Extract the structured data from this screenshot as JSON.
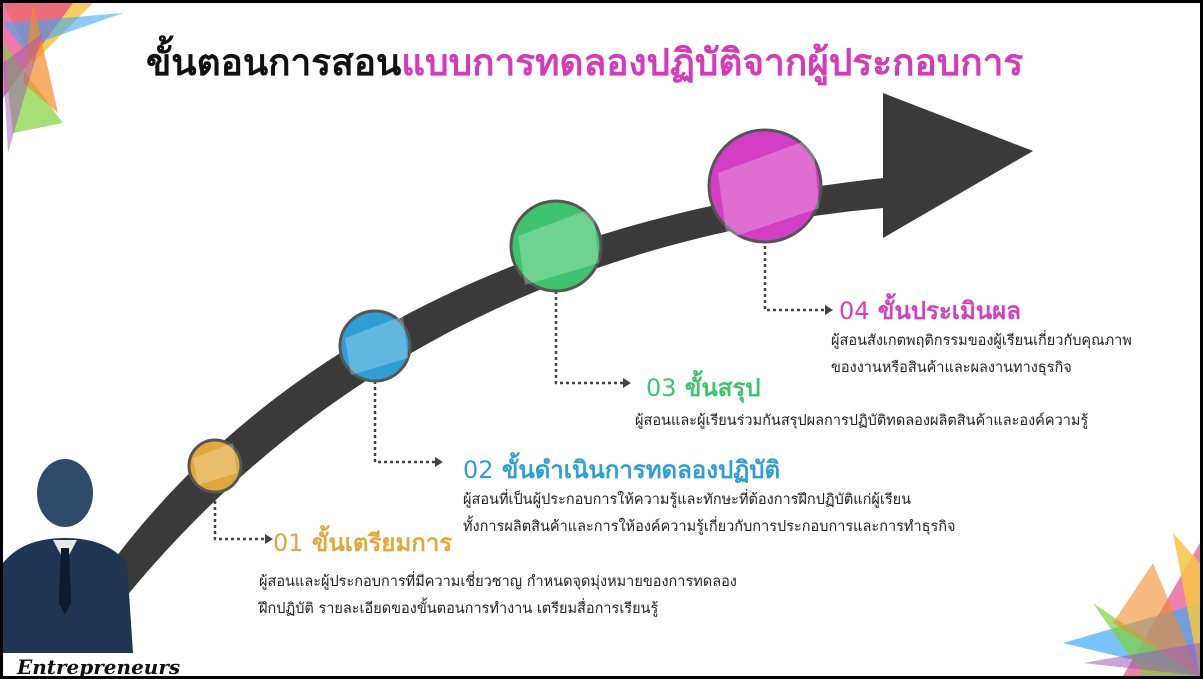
{
  "title": {
    "part1": "ขั้นตอนการสอน",
    "part2": "แบบการทดลองปฏิบัติจากผู้ประกอบการ"
  },
  "colors": {
    "step1": "#e0a83a",
    "step2": "#2e9fd4",
    "step3": "#3ec46e",
    "step4": "#d43ec4",
    "title_accent": "#d63ab8",
    "arrow": "#3a3a3a"
  },
  "steps": [
    {
      "number": "01",
      "title": "ขั้นเตรียมการ",
      "lines": [
        "ผู้สอนและผู้ประกอบการที่มีความเชี่ยวชาญ  กำหนดจุดมุ่งหมายของการทดลอง",
        "ฝึกปฏิบัติ  รายละเอียดของขั้นตอนการทำงาน  เตรียมสื่อการเรียนรู้"
      ]
    },
    {
      "number": "02",
      "title": "ขั้นดำเนินการทดลองปฏิบัติ",
      "lines": [
        "ผู้สอนที่เป็นผู้ประกอบการให้ความรู้และทักษะที่ต้องการฝึกปฏิบัติแก่ผู้เรียน",
        "ทั้งการผลิตสินค้าและการให้องค์ความรู้เกี่ยวกับการประกอบการและการทำธุรกิจ"
      ]
    },
    {
      "number": "03",
      "title": "ขั้นสรุป",
      "lines": [
        "ผู้สอนและผู้เรียนร่วมกันสรุปผลการปฏิบัติทดลองผลิตสินค้าและองค์ความรู้"
      ]
    },
    {
      "number": "04",
      "title": "ขั้นประเมินผล",
      "lines": [
        "ผู้สอนสังเกตพฤติกรรมของผู้เรียนเกี่ยวกับคุณภาพ",
        "ของงานหรือสินค้าและผลงานทางธุรกิจ"
      ]
    }
  ],
  "brand": "Entrepreneurs"
}
